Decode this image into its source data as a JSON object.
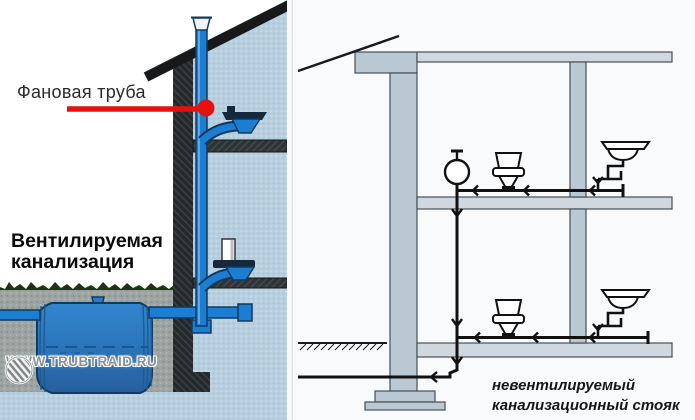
{
  "left_panel": {
    "vent_pipe_label": "Фановая труба",
    "system_title_line1": "Вентилируемая",
    "system_title_line2": "канализация",
    "watermark_text": "WWW.TRUBTRAID.RU"
  },
  "right_panel": {
    "caption_line1": "невентилируемый",
    "caption_line2": "канализационный стояк"
  },
  "figures": {
    "left_panel_elements": [
      "roof",
      "house-wall",
      "floor-slabs",
      "vent-pipe-cap",
      "vent-pipe-stack",
      "upper-toilet",
      "lower-toilet",
      "grass",
      "ground",
      "septic-tank",
      "underground-pipes",
      "red-arrow"
    ],
    "right_panel_elements": [
      "roof-line",
      "building-frame",
      "ground-line",
      "air-admittance-valve",
      "sewer-riser",
      "upper-floor-branch",
      "lower-floor-branch",
      "toilet-upper",
      "toilet-lower",
      "sink-upper",
      "sink-lower",
      "outlet-pipe"
    ]
  },
  "colors": {
    "arrow_red": "#e8100c",
    "pipe_blue": "#1b7ed2",
    "pipe_outline": "#123a5e",
    "tank_blue": "#2e7dc4",
    "interior_blue": "#b7cfdf",
    "structure_dark": "#26292b",
    "frame_gray": "#b9c8d3",
    "slab_gray": "#cfd8de",
    "ground_gray": "#9da4a2",
    "grass_green": "#1d3512",
    "watermark_gray": "#8d9092"
  }
}
